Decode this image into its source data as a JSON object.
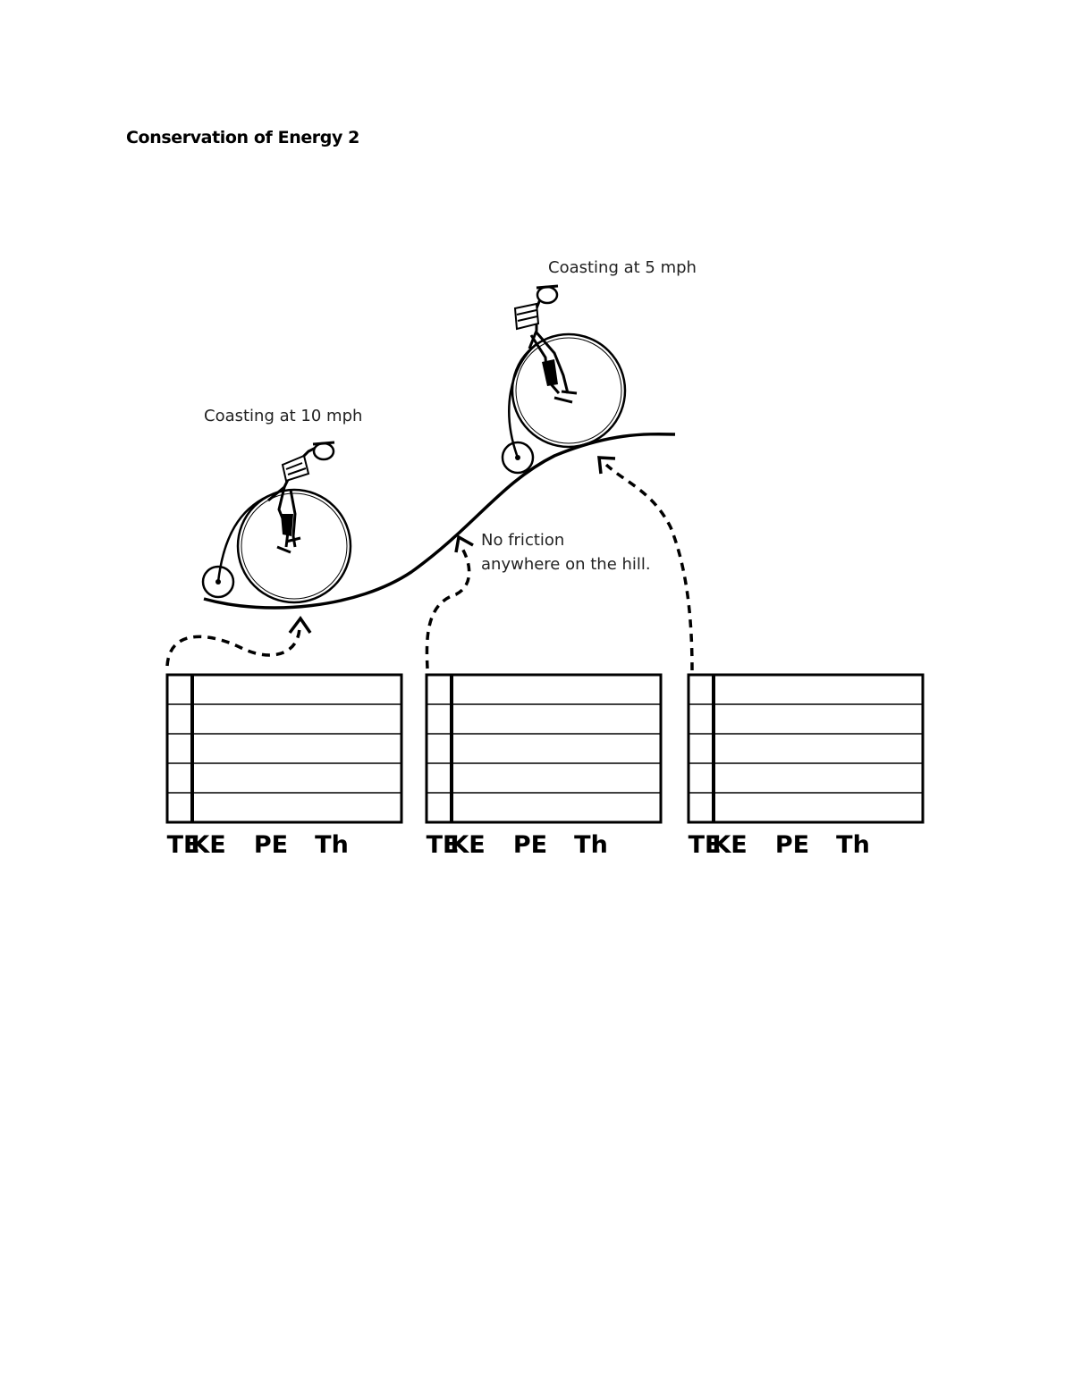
{
  "document": {
    "title": "Conservation of Energy 2"
  },
  "diagram": {
    "labels": {
      "bike_low": "Coasting at 10 mph",
      "bike_high": "Coasting at 5 mph",
      "friction_line1": "No friction",
      "friction_line2": "anywhere on the hill."
    },
    "charts": [
      {
        "columns": [
          "TE",
          "KE",
          "PE",
          "Th"
        ],
        "rows": 5
      },
      {
        "columns": [
          "TE",
          "KE",
          "PE",
          "Th"
        ],
        "rows": 5
      },
      {
        "columns": [
          "TE",
          "KE",
          "PE",
          "Th"
        ],
        "rows": 5
      }
    ]
  }
}
